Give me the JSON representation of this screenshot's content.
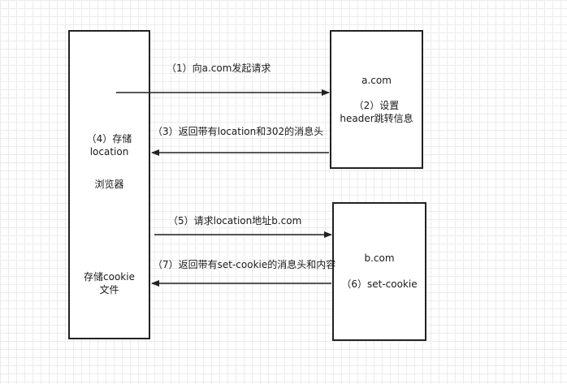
{
  "browser": {
    "store_location_line1": "（4）存储",
    "store_location_line2": "location",
    "label": "浏览器",
    "store_cookie_line1": "存储cookie",
    "store_cookie_line2": "文件"
  },
  "server_a": {
    "label": "a.com",
    "step2_line1": "（2）设置",
    "step2_line2": "header跳转信息"
  },
  "server_b": {
    "label": "b.com",
    "step6": "（6）set-cookie"
  },
  "arrows": {
    "step1": "（1）向a.com发起请求",
    "step3": "（3）返回带有location和302的消息头",
    "step5": "（5）请求location地址b.com",
    "step7": "（7）返回带有set-cookie的消息头和内容"
  },
  "colors": {
    "line": "#222222",
    "grid": "#ececec",
    "background": "#ffffff"
  }
}
